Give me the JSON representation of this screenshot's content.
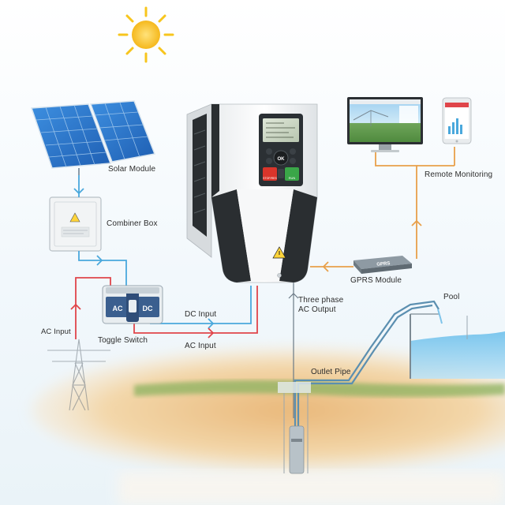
{
  "labels": {
    "solar_module": "Solar Module",
    "combiner_box": "Combiner Box",
    "toggle_switch": "Toggle Switch",
    "ac_input_left": "AC Input",
    "dc_input": "DC Input",
    "ac_input": "AC Input",
    "three_phase_line1": "Three phase",
    "three_phase_line2": "AC Output",
    "gprs_module": "GPRS Module",
    "remote_monitoring": "Remote Monitoring",
    "outlet_pipe": "Outlet Pipe",
    "pool": "Pool"
  },
  "switch": {
    "ac": "AC",
    "dc": "DC"
  },
  "inverter": {
    "key_ok": "OK",
    "key_stop": "STOP/RES",
    "key_run": "RUN"
  },
  "gprs_box_text": "GPRS",
  "colors": {
    "dc_wire": "#4aa8dc",
    "ac_wire": "#e0454a",
    "monitor_wire": "#e8a04a",
    "pipe": "#5b8fb0",
    "sun": "#f7c51d",
    "water": "#5ab2e3",
    "ground": "#f0c98a"
  }
}
